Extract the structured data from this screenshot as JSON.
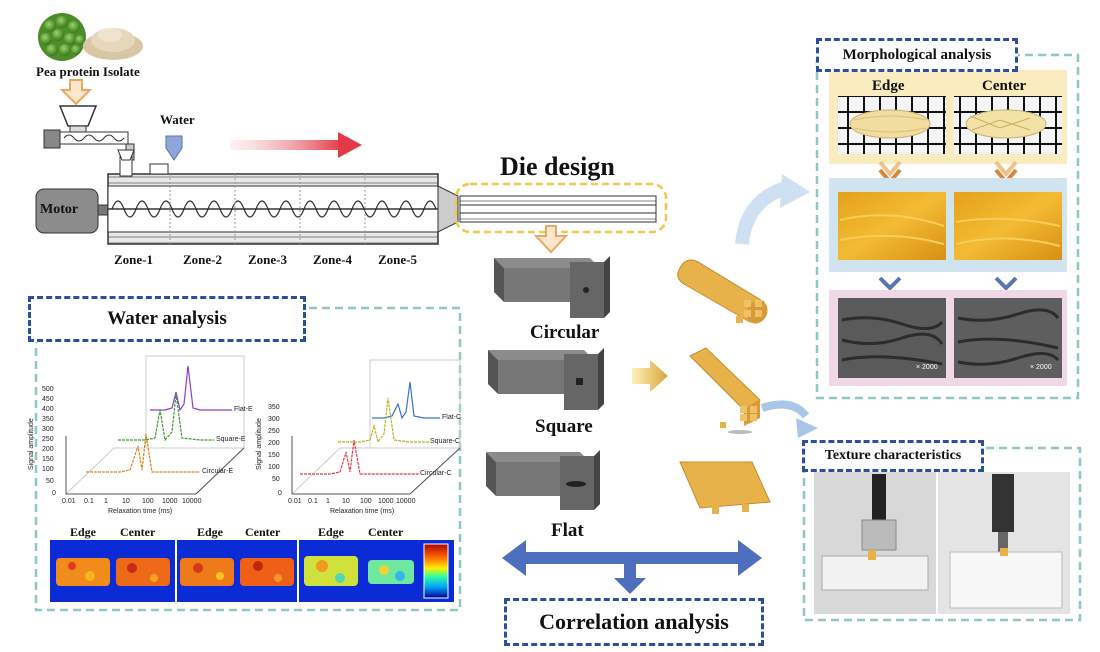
{
  "labels": {
    "pea_protein": "Pea protein Isolate",
    "water": "Water",
    "motor": "Motor",
    "zones": [
      "Zone-1",
      "Zone-2",
      "Zone-3",
      "Zone-4",
      "Zone-5"
    ],
    "die_design": "Die design",
    "circular": "Circular",
    "square": "Square",
    "flat": "Flat",
    "water_analysis": "Water analysis",
    "morphological_analysis": "Morphological analysis",
    "texture_characteristics": "Texture characteristics",
    "correlation_analysis": "Correlation analysis",
    "edge": "Edge",
    "center": "Center"
  },
  "nmr_plots": [
    {
      "ylabel": "Signal amplitude",
      "xlabel": "Relaxation time (ms)",
      "yticks": [
        "0",
        "50",
        "100",
        "150",
        "200",
        "250",
        "300",
        "350",
        "400",
        "450",
        "500"
      ],
      "xticks": [
        "0.01",
        "0.1",
        "1",
        "10",
        "100",
        "1000",
        "10000"
      ],
      "series": [
        "Flat-E",
        "Square-E",
        "Circular-E"
      ]
    },
    {
      "ylabel": "Signal amplitude",
      "xlabel": "Relaxation time (ms)",
      "yticks": [
        "0",
        "50",
        "100",
        "150",
        "200",
        "250",
        "300",
        "350"
      ],
      "xticks": [
        "0.01",
        "0.1",
        "1",
        "10",
        "100",
        "1000",
        "10000"
      ],
      "series": [
        "Flat-C",
        "Square-C",
        "Circular-C"
      ]
    }
  ],
  "heatmap_labels": [
    [
      "Edge",
      "Center"
    ],
    [
      "Edge",
      "Center"
    ],
    [
      "Edge",
      "Center"
    ]
  ],
  "sem_scale": [
    "× 2000",
    "× 2000"
  ],
  "colors": {
    "accent_blue": "#2b4f9e",
    "teal_dash": "#8ec7c4",
    "cream": "#fbecc0",
    "light_blue": "#cfe4ee",
    "pink": "#efd9e6",
    "product": "#e8b24a"
  }
}
